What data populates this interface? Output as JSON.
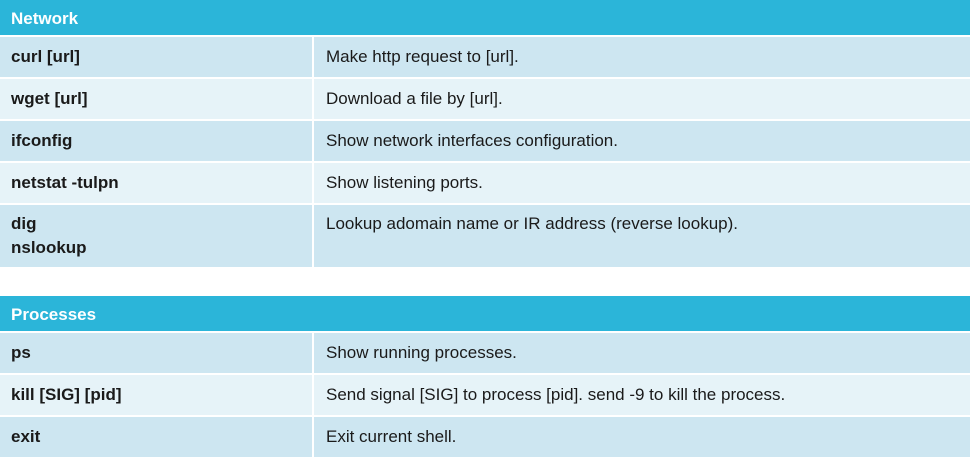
{
  "sections": [
    {
      "title": "Network",
      "rows": [
        {
          "commands": [
            "curl [url]"
          ],
          "description": "Make http request to [url]."
        },
        {
          "commands": [
            "wget [url]"
          ],
          "description": "Download a file by [url]."
        },
        {
          "commands": [
            "ifconfig"
          ],
          "description": "Show network interfaces configuration."
        },
        {
          "commands": [
            "netstat -tulpn"
          ],
          "description": "Show listening ports."
        },
        {
          "commands": [
            "dig",
            "nslookup"
          ],
          "description": "Lookup adomain name or IR address (reverse lookup)."
        }
      ]
    },
    {
      "title": "Processes",
      "rows": [
        {
          "commands": [
            "ps"
          ],
          "description": "Show running processes."
        },
        {
          "commands": [
            "kill [SIG] [pid]"
          ],
          "description": "Send signal [SIG] to process [pid]. send -9 to kill the process."
        },
        {
          "commands": [
            "exit"
          ],
          "description": "Exit current shell."
        }
      ]
    }
  ],
  "colors": {
    "header": "#2bb5d9",
    "row_odd": "#cde6f1",
    "row_even": "#e6f3f8"
  }
}
